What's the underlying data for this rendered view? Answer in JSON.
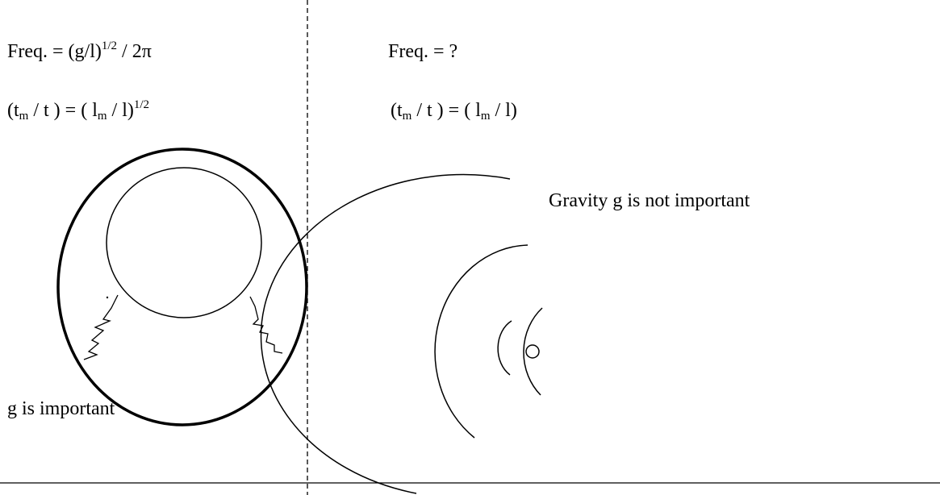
{
  "left_panel": {
    "freq_formula": {
      "prefix": "Freq. = (g/l)",
      "exponent": "1/2",
      "suffix": " / 2π"
    },
    "ratio_formula": {
      "t1": "(t",
      "t1_sub": "m",
      "mid": " / t ) = ( l",
      "l_sub": "m",
      "end": " / l)",
      "exponent": "1/2"
    },
    "caption": "g is important"
  },
  "right_panel": {
    "freq_formula": "Freq. = ?",
    "ratio_formula": {
      "t1": "(t",
      "t1_sub": "m",
      "mid": " / t ) = ( l",
      "l_sub": "m",
      "end": " / l)"
    },
    "caption": "Gravity g is not important"
  },
  "colors": {
    "ink": "#000000",
    "background": "#ffffff"
  }
}
